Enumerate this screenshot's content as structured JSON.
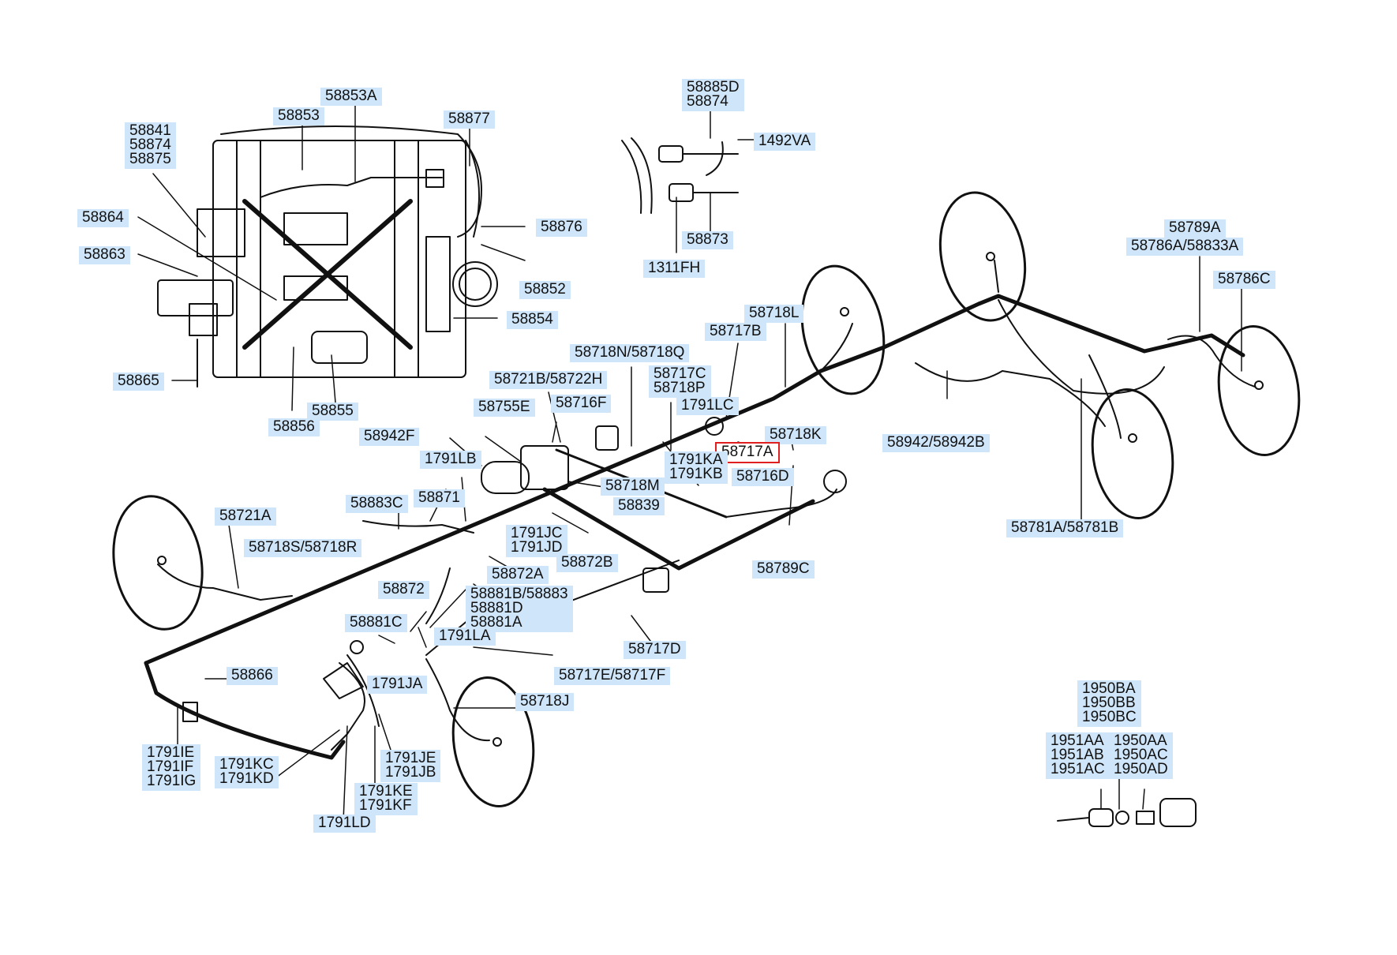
{
  "diagram": {
    "selected_part": "58717A",
    "colors": {
      "label_bg": "#cfe5f9",
      "selected_outline": "#e02020",
      "line": "#111111"
    },
    "labels": {
      "l58853A": "58853A",
      "l58853": "58853",
      "l58877": "58877",
      "l58841": "58841\n58874\n58875",
      "l58864": "58864",
      "l58863": "58863",
      "l58876": "58876",
      "l58852": "58852",
      "l58854": "58854",
      "l58865": "58865",
      "l58855": "58855",
      "l58856": "58856",
      "l58885D": "58885D\n58874",
      "l1492VA": "1492VA",
      "l58873": "58873",
      "l1311FH": "1311FH",
      "l58789A": "58789A",
      "l58786A": "58786A/58833A",
      "l58786C": "58786C",
      "l58718L": "58718L",
      "l58717B": "58717B",
      "l58718N": "58718N/58718Q",
      "l58721B": "58721B/58722H",
      "l58717C": "58717C\n58718P",
      "l58755E": "58755E",
      "l58716F": "58716F",
      "l1791LC": "1791LC",
      "l58718K": "58718K",
      "l58942F": "58942F",
      "l58717A": "58717A",
      "l1791LB": "1791LB",
      "l1791KA": "1791KA\n1791KB",
      "l58716D": "58716D",
      "l58942": "58942/58942B",
      "l58718M": "58718M",
      "l58883C": "58883C",
      "l58871": "58871",
      "l58839": "58839",
      "l58721A": "58721A",
      "l1791JC": "1791JC\n1791JD",
      "l58781A": "58781A/58781B",
      "l58718S": "58718S/58718R",
      "l58872B": "58872B",
      "l58789C": "58789C",
      "l58872A": "58872A",
      "l58872": "58872",
      "l58881B": "58881B/58883\n58881D\n58881A",
      "l58881C": "58881C",
      "l1791LA": "1791LA",
      "l58717D": "58717D",
      "l58866": "58866",
      "l58717E": "58717E/58717F",
      "l1791JA": "1791JA",
      "l58718J": "58718J",
      "l1950BA": "1950BA\n1950BB\n1950BC",
      "l1951AA": "1951AA\n1951AB\n1951AC",
      "l1950AA": "1950AA\n1950AC\n1950AD",
      "l1791IE": "1791IE\n1791IF\n1791IG",
      "l1791KC": "1791KC\n1791KD",
      "l1791JE": "1791JE\n1791JB",
      "l1791KE": "1791KE\n1791KF",
      "l1791LD": "1791LD"
    }
  }
}
